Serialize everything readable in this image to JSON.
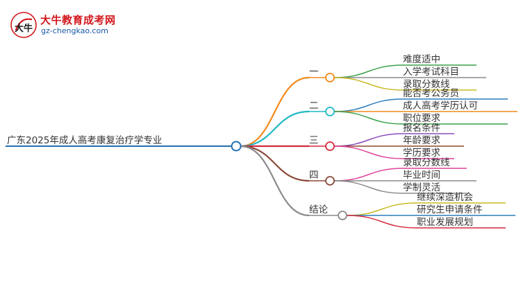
{
  "logo": {
    "title": "大牛教育成考网",
    "url": "gz-chengkao.com",
    "mark_text": "大牛",
    "colors": {
      "red": "#d2161c",
      "blue": "#1b56a6"
    }
  },
  "root": {
    "label": "广东2025年成人高考康复治疗学专业",
    "color": "#1f6fb2"
  },
  "branches": [
    {
      "label": "一",
      "color": "#f08a1c",
      "leaves": [
        {
          "label": "难度适中",
          "color": "#3aa04a"
        },
        {
          "label": "入学考试科目",
          "color": "#8a8a8a"
        },
        {
          "label": "录取分数线",
          "color": "#c8b820"
        }
      ]
    },
    {
      "label": "二",
      "color": "#1fb8c4",
      "leaves": [
        {
          "label": "能否考公务员",
          "color": "#2b7cb8"
        },
        {
          "label": "成人高考学历认可",
          "color": "#f08a1c"
        },
        {
          "label": "职位要求",
          "color": "#3aa04a"
        }
      ]
    },
    {
      "label": "三",
      "color": "#d42a3c",
      "leaves": [
        {
          "label": "报名条件",
          "color": "#8a4ab8"
        },
        {
          "label": "年龄要求",
          "color": "#8a4a2a"
        },
        {
          "label": "学历要求",
          "color": "#e0409a"
        }
      ]
    },
    {
      "label": "四",
      "color": "#8a4a3a",
      "leaves": [
        {
          "label": "录取分数线",
          "color": "#e0409a"
        },
        {
          "label": "毕业时间",
          "color": "#8a8a8a"
        },
        {
          "label": "学制灵活",
          "color": "#8a8a8a"
        }
      ]
    },
    {
      "label": "结论",
      "color": "#8a8a8a",
      "leaves": [
        {
          "label": "继续深造机会",
          "color": "#c8b820"
        },
        {
          "label": "研究生申请条件",
          "color": "#2b7cb8"
        },
        {
          "label": "职业发展规划",
          "color": "#d42a3c"
        }
      ]
    }
  ]
}
